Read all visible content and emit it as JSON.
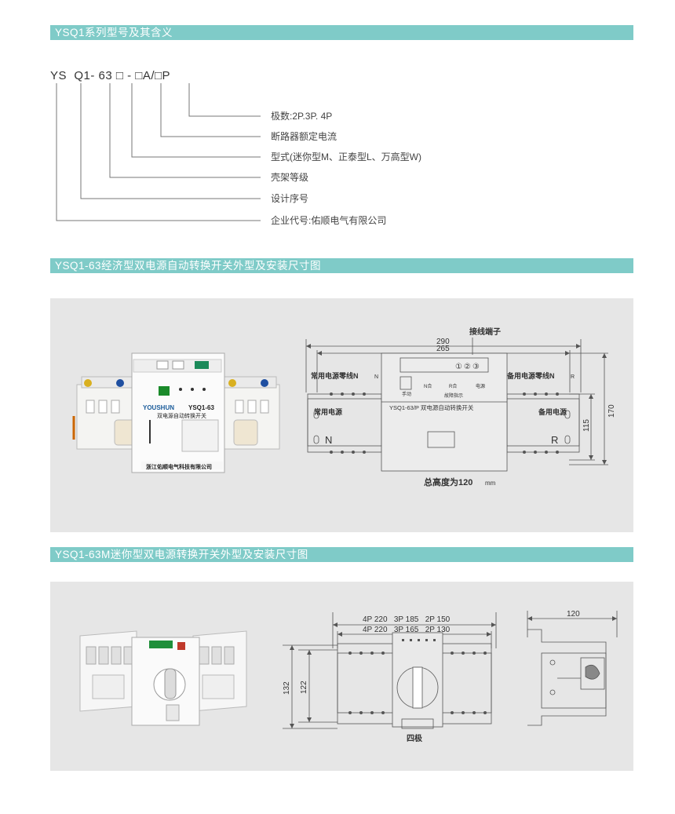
{
  "sections": {
    "naming_title": "YSQ1系列型号及其含义",
    "economy_title": "YSQ1-63经济型双电源自动转换开关外型及安装尺寸图",
    "mini_title": "YSQ1-63M迷你型双电源转换开关外型及安装尺寸图"
  },
  "model_code": {
    "text": "YS  Q1- 63 □ - □A/□P"
  },
  "naming_legend": [
    "极数:2P.3P. 4P",
    "断路器额定电流",
    "型式(迷你型M、正泰型L、万高型W)",
    "壳架等级",
    "设计序号",
    "企业代号:佑顺电气有限公司"
  ],
  "economy_photo": {
    "brand": "YOUSHUN",
    "model": "YSQ1-63",
    "name": "双电源自动转换开关",
    "company": "浙江佑顺电气科技有限公司"
  },
  "economy_drawing": {
    "terminal_label": "接线端子",
    "dim_290": "290",
    "dim_265": "265",
    "dim_115": "115",
    "dim_170": "170",
    "common_neutral": "常用电源零线N",
    "common_neutral_sub": "N",
    "backup_neutral": "备用电源零线N",
    "backup_neutral_sub": "R",
    "common_power": "常用电源",
    "backup_power": "备用电源",
    "label_n": "N",
    "label_r": "R",
    "terminals": [
      "①",
      "②",
      "③"
    ],
    "device_title": "YSQ1-63/P 双电源自动转换开关",
    "n_pos": "N合",
    "r_pos": "R合",
    "power": "电源",
    "manual": "手动",
    "fault": "故障指示",
    "total_height": "总高度为120",
    "total_height_unit": "mm"
  },
  "mini_drawing": {
    "dim_top1": "4P 220   3P 185   2P 150",
    "dim_top2": "4P 220   3P 165   2P 130",
    "dim_132": "132",
    "dim_122": "122",
    "dim_120": "120",
    "caption": "四极"
  }
}
